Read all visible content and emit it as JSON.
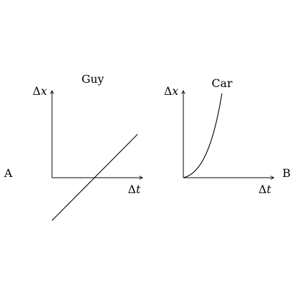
{
  "panels": [
    {
      "title": "Guy",
      "y_axis_label": {
        "symbol": "Δ",
        "var": "x"
      },
      "x_axis_label": {
        "symbol": "Δ",
        "var": "t"
      },
      "curve_shape": "straight line with positive slope crossing the time axis"
    },
    {
      "title": "Car",
      "y_axis_label": {
        "symbol": "Δ",
        "var": "x"
      },
      "x_axis_label": {
        "symbol": "Δ",
        "var": "t"
      },
      "curve_shape": "upward-curving parabola from the origin"
    }
  ],
  "side_labels": {
    "left": "A",
    "right": "B"
  },
  "colors": {
    "ink": "#000000",
    "background": "#ffffff"
  }
}
